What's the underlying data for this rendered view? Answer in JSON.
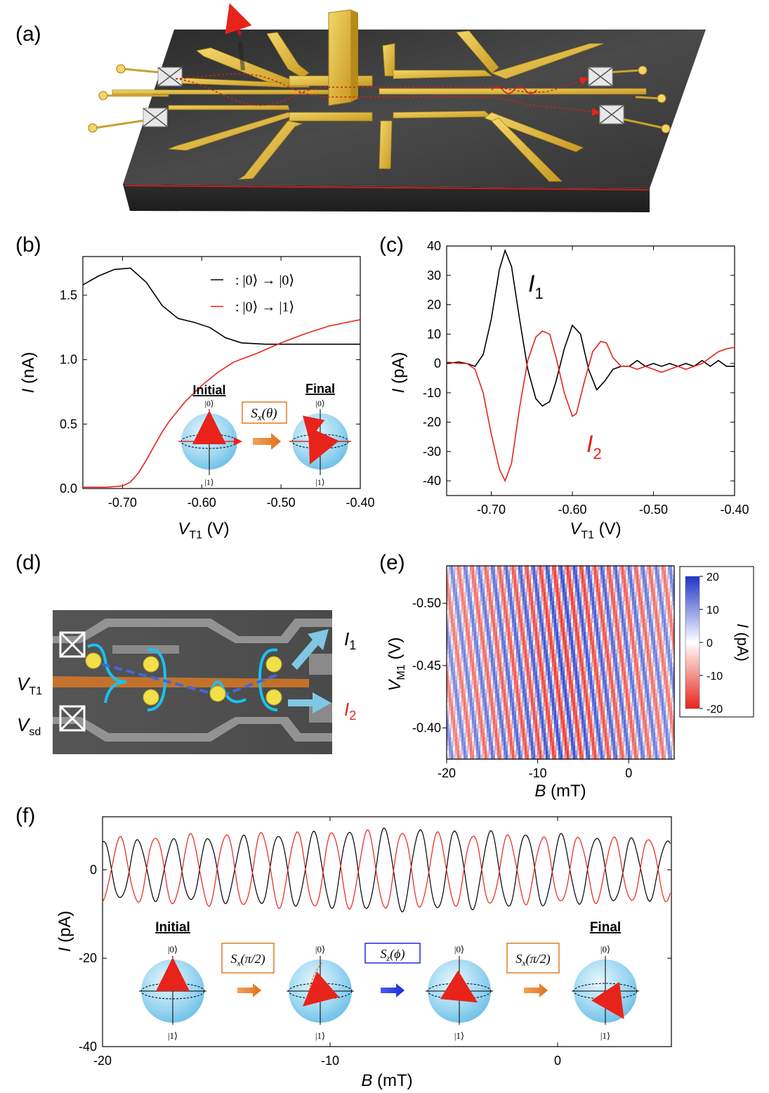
{
  "panel_labels": {
    "a": "(a)",
    "b": "(b)",
    "c": "(c)",
    "d": "(d)",
    "e": "(e)",
    "f": "(f)"
  },
  "colors": {
    "black_trace": "#000000",
    "red_trace": "#e8231b",
    "blue_map": "#1f35c8",
    "gold": "#d9b43a",
    "device": "#3a3a3a",
    "sphere": "#9fd8f2",
    "orange_gate": "#e07b23",
    "blue_gate": "#1a2fe0"
  },
  "panel_d": {
    "labels": {
      "I1_main": "I",
      "I1_sub": "1",
      "I2_main": "I",
      "I2_sub": "2",
      "VT1_main": "V",
      "VT1_sub": "T1",
      "Vsd_main": "V",
      "Vsd_sub": "sd"
    }
  },
  "panel_b_legend": {
    "black": "– : |0⟩ → |0⟩",
    "red": "– : |0⟩ → |1⟩"
  },
  "panel_b_inset": {
    "initial": "Initial",
    "final": "Final",
    "gate": "Sₓ(θ)",
    "ket0": "|0⟩",
    "ket1": "|1⟩"
  },
  "panel_c_labels": {
    "I1_main": "I",
    "I1_sub": "1",
    "I2_main": "I",
    "I2_sub": "2"
  },
  "panel_f_inset": {
    "initial": "Initial",
    "final": "Final",
    "gate1": "Sₓ(π/2)",
    "gate2": "S_z(ϕ)",
    "gate3": "Sₓ(π/2)",
    "ket0": "|0⟩",
    "ket1": "|1⟩"
  },
  "chart_data": [
    {
      "panel": "b",
      "type": "line",
      "xlabel": "V_T1 (V)",
      "ylabel": "I (nA)",
      "xlim": [
        -0.75,
        -0.4
      ],
      "ylim": [
        0,
        1.8
      ],
      "xticks": [
        "-0.70",
        "-0.60",
        "-0.50",
        "-0.40"
      ],
      "xtick_values": [
        -0.7,
        -0.6,
        -0.5,
        -0.4
      ],
      "yticks": [
        "0.0",
        "0.5",
        "1.0",
        "1.5"
      ],
      "ytick_values": [
        0,
        0.5,
        1.0,
        1.5
      ],
      "series": [
        {
          "name": "|0⟩ → |0⟩",
          "color": "#000000",
          "x": [
            -0.75,
            -0.73,
            -0.71,
            -0.69,
            -0.67,
            -0.65,
            -0.63,
            -0.61,
            -0.59,
            -0.57,
            -0.55,
            -0.52,
            -0.5,
            -0.47,
            -0.44,
            -0.4
          ],
          "y": [
            1.58,
            1.65,
            1.7,
            1.71,
            1.6,
            1.42,
            1.32,
            1.29,
            1.25,
            1.17,
            1.13,
            1.12,
            1.12,
            1.12,
            1.12,
            1.12
          ]
        },
        {
          "name": "|0⟩ → |1⟩",
          "color": "#e8231b",
          "x": [
            -0.75,
            -0.72,
            -0.7,
            -0.69,
            -0.68,
            -0.67,
            -0.66,
            -0.65,
            -0.64,
            -0.62,
            -0.6,
            -0.58,
            -0.56,
            -0.53,
            -0.5,
            -0.47,
            -0.44,
            -0.4
          ],
          "y": [
            0.01,
            0.01,
            0.02,
            0.05,
            0.12,
            0.22,
            0.33,
            0.44,
            0.53,
            0.68,
            0.8,
            0.9,
            0.98,
            1.05,
            1.13,
            1.2,
            1.26,
            1.31
          ]
        }
      ]
    },
    {
      "panel": "c",
      "type": "line",
      "xlabel": "V_T1 (V)",
      "ylabel": "I (pA)",
      "xlim": [
        -0.755,
        -0.4
      ],
      "ylim": [
        -45,
        40
      ],
      "xticks": [
        "-0.70",
        "-0.60",
        "-0.50",
        "-0.40"
      ],
      "xtick_values": [
        -0.7,
        -0.6,
        -0.5,
        -0.4
      ],
      "yticks": [
        "-40",
        "-30",
        "-20",
        "-10",
        "0",
        "10",
        "20",
        "30",
        "40"
      ],
      "ytick_values": [
        -40,
        -30,
        -20,
        -10,
        0,
        10,
        20,
        30,
        40
      ],
      "series": [
        {
          "name": "I1",
          "color": "#000000",
          "x": [
            -0.755,
            -0.74,
            -0.73,
            -0.72,
            -0.71,
            -0.7,
            -0.69,
            -0.683,
            -0.675,
            -0.665,
            -0.655,
            -0.645,
            -0.637,
            -0.628,
            -0.62,
            -0.61,
            -0.6,
            -0.59,
            -0.58,
            -0.57,
            -0.56,
            -0.55,
            -0.54,
            -0.53,
            -0.52,
            -0.51,
            -0.5,
            -0.49,
            -0.48,
            -0.47,
            -0.46,
            -0.45,
            -0.44,
            -0.43,
            -0.42,
            -0.41,
            -0.4
          ],
          "y": [
            0,
            0.5,
            0,
            -1,
            3,
            15,
            32,
            38.5,
            33,
            15,
            -2,
            -12,
            -14.5,
            -13,
            -6,
            5,
            13,
            10,
            -2,
            -9,
            -6,
            -2,
            -1,
            -1,
            1,
            -1,
            0,
            -1,
            0,
            -1,
            0,
            -1,
            1,
            -1,
            1,
            -1,
            -1
          ]
        },
        {
          "name": "I2",
          "color": "#e8231b",
          "x": [
            -0.755,
            -0.74,
            -0.73,
            -0.72,
            -0.71,
            -0.7,
            -0.69,
            -0.683,
            -0.675,
            -0.665,
            -0.655,
            -0.645,
            -0.637,
            -0.628,
            -0.62,
            -0.61,
            -0.6,
            -0.595,
            -0.585,
            -0.575,
            -0.565,
            -0.558,
            -0.55,
            -0.54,
            -0.53,
            -0.52,
            -0.51,
            -0.5,
            -0.49,
            -0.48,
            -0.47,
            -0.46,
            -0.45,
            -0.44,
            -0.43,
            -0.42,
            -0.41,
            -0.4
          ],
          "y": [
            0.5,
            0,
            0,
            -2,
            -10,
            -24,
            -36,
            -40,
            -34,
            -15,
            1,
            9,
            11,
            10,
            2,
            -10,
            -18,
            -17,
            -6,
            4,
            7.5,
            7,
            2,
            -1,
            -1,
            -2,
            -1,
            -2,
            -3,
            -2,
            -1,
            -2,
            -1,
            0,
            2,
            4,
            5,
            5.5
          ]
        }
      ]
    },
    {
      "panel": "e",
      "type": "heatmap",
      "xlabel": "B (mT)",
      "ylabel": "V_M1 (V)",
      "xlim": [
        -20,
        5
      ],
      "ylim": [
        -0.375,
        -0.53
      ],
      "xticks": [
        "-20",
        "-10",
        "0"
      ],
      "xtick_values": [
        -20,
        -10,
        0
      ],
      "yticks": [
        "-0.50",
        "-0.45",
        "-0.40"
      ],
      "ytick_values": [
        -0.5,
        -0.45,
        -0.4
      ],
      "colorbar": {
        "label": "I (pA)",
        "range": [
          -20,
          20
        ],
        "ticks": [
          "20",
          "10",
          "0",
          "-10",
          "-20"
        ]
      },
      "fringe_period_mT": 1.5,
      "fringe_slope_mT_per_V": -20,
      "amplitude_pA": 20
    },
    {
      "panel": "f",
      "type": "line",
      "xlabel": "B (mT)",
      "ylabel": "I (pA)",
      "xlim": [
        -20,
        5
      ],
      "ylim": [
        -40,
        12
      ],
      "xticks": [
        "-20",
        "-10",
        "0"
      ],
      "xtick_values": [
        -20,
        -10,
        0
      ],
      "yticks": [
        "-40",
        "-20",
        "0"
      ],
      "ytick_values": [
        -40,
        -20,
        0
      ],
      "period_mT": 1.55,
      "amplitude_pA": 9,
      "series": [
        {
          "name": "I1",
          "color": "#000000",
          "phase_offset_mT": 0.0
        },
        {
          "name": "I2",
          "color": "#e8231b",
          "phase_offset_mT": 0.78
        }
      ]
    }
  ]
}
